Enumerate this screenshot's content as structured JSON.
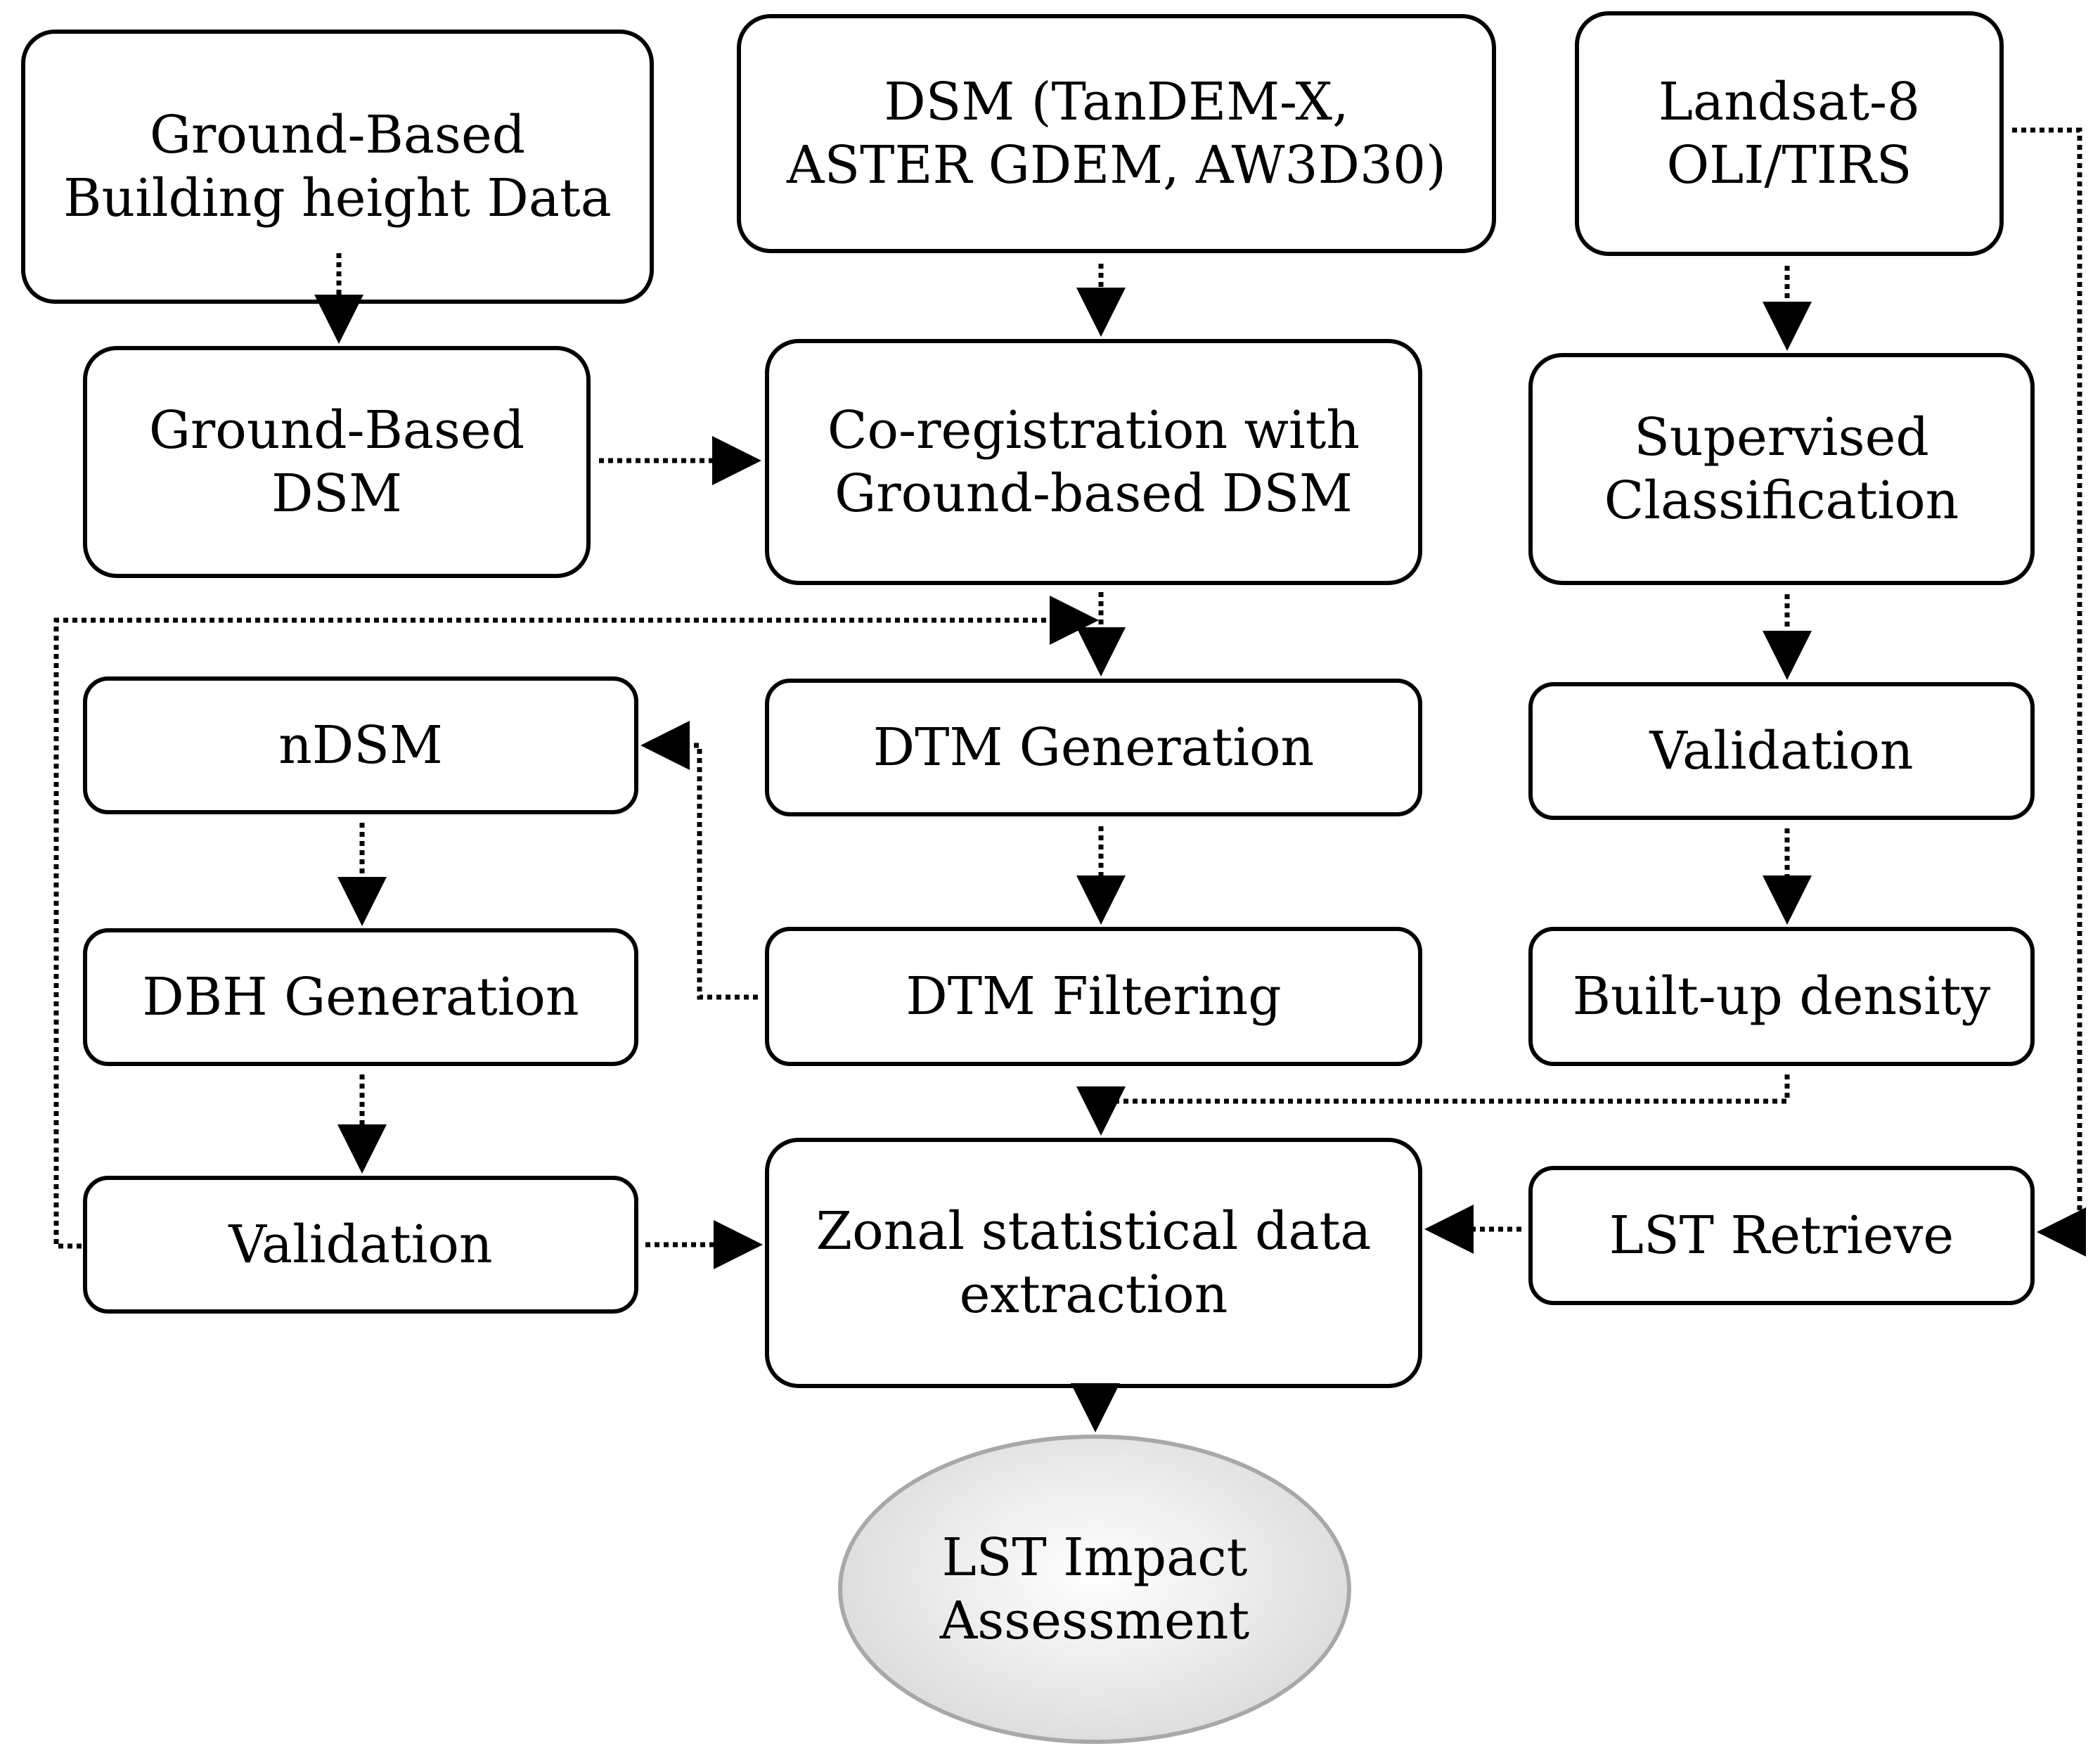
{
  "nodes": {
    "ground_based_building_height_data": "Ground-Based\nBuilding height Data",
    "dsm_sources": "DSM (TanDEM-X,\nASTER GDEM, AW3D30)",
    "landsat8": "Landsat-8\nOLI/TIRS",
    "ground_based_dsm": "Ground-Based\nDSM",
    "coregistration": "Co-registration with\nGround-based DSM",
    "supervised_classification": "Supervised\nClassification",
    "ndsm": "nDSM",
    "dtm_generation": "DTM Generation",
    "validation_right": "Validation",
    "dbh_generation": "DBH Generation",
    "dtm_filtering": "DTM Filtering",
    "builtup_density": "Built-up density",
    "validation_left": "Validation",
    "zonal_extraction": "Zonal statistical data\nextraction",
    "lst_retrieve": "LST Retrieve",
    "lst_impact_assessment": "LST Impact\nAssessment"
  },
  "edges": [
    {
      "from": "ground_based_building_height_data",
      "to": "ground_based_dsm"
    },
    {
      "from": "dsm_sources",
      "to": "coregistration"
    },
    {
      "from": "ground_based_dsm",
      "to": "coregistration"
    },
    {
      "from": "coregistration",
      "to": "dtm_generation"
    },
    {
      "from": "dtm_generation",
      "to": "dtm_filtering"
    },
    {
      "from": "dtm_filtering",
      "to": "ndsm"
    },
    {
      "from": "ndsm",
      "to": "dbh_generation"
    },
    {
      "from": "dbh_generation",
      "to": "validation_left"
    },
    {
      "from": "validation_left",
      "to": "coregistration"
    },
    {
      "from": "validation_left",
      "to": "zonal_extraction"
    },
    {
      "from": "landsat8",
      "to": "supervised_classification"
    },
    {
      "from": "supervised_classification",
      "to": "validation_right"
    },
    {
      "from": "validation_right",
      "to": "builtup_density"
    },
    {
      "from": "builtup_density",
      "to": "zonal_extraction"
    },
    {
      "from": "landsat8",
      "to": "lst_retrieve"
    },
    {
      "from": "lst_retrieve",
      "to": "zonal_extraction"
    },
    {
      "from": "zonal_extraction",
      "to": "lst_impact_assessment"
    }
  ],
  "style": {
    "line_color": "#000000",
    "oval_fill": "#d9d9d9",
    "oval_border": "#a8a8a8"
  }
}
